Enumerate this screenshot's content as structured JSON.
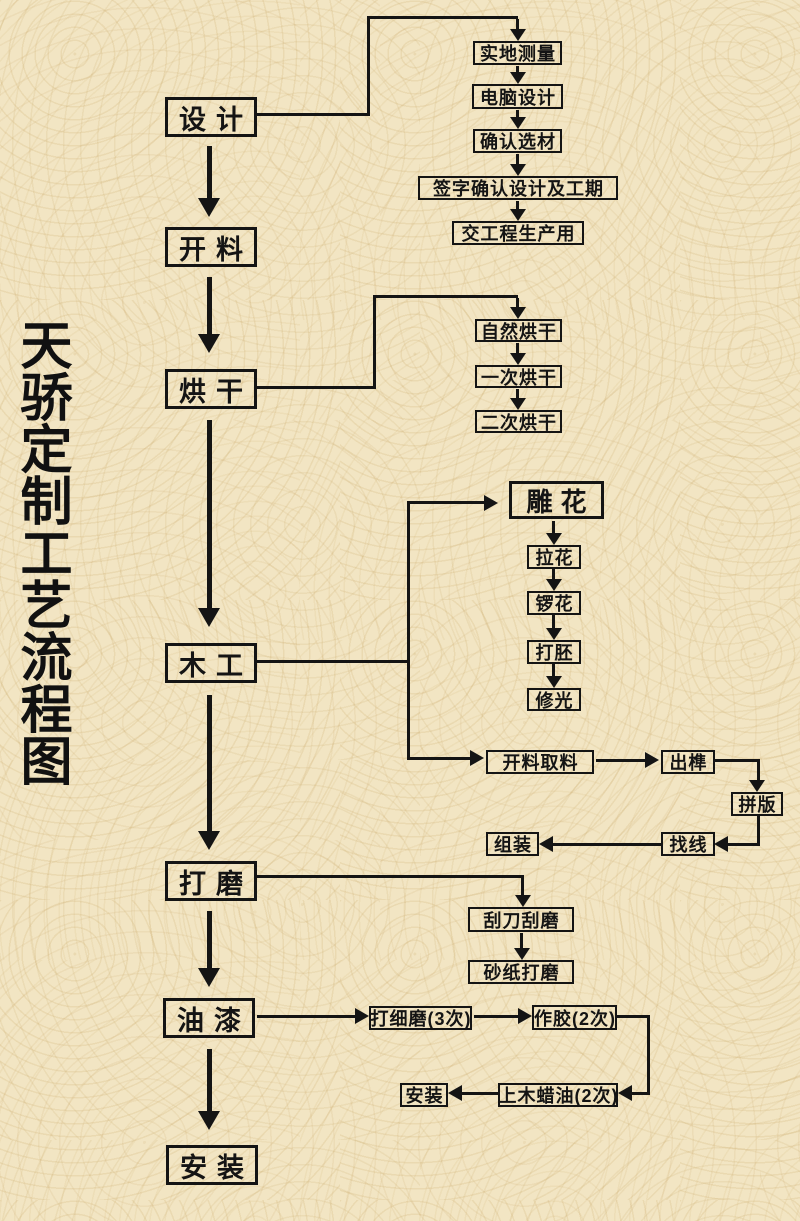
{
  "title": "天骄定制工艺流程图",
  "colors": {
    "background": "#f2e5c3",
    "pattern": "#cdad70",
    "line": "#141414",
    "text": "#141414"
  },
  "nodes": {
    "design": "设计",
    "cutting": "开料",
    "drying": "烘干",
    "woodwork": "木工",
    "sanding": "打磨",
    "painting": "油漆",
    "install": "安装",
    "survey": "实地测量",
    "computer_design": "电脑设计",
    "confirm_material": "确认选材",
    "sign_confirm": "签字确认设计及工期",
    "to_production": "交工程生产用",
    "natural_dry": "自然烘干",
    "first_dry": "一次烘干",
    "second_dry": "二次烘干",
    "carving": "雕花",
    "pull_flower": "拉花",
    "rout_flower": "锣花",
    "rough_blank": "打胚",
    "trim_polish": "修光",
    "cut_take_material": "开料取料",
    "tenon": "出榫",
    "panel_join": "拼版",
    "find_line": "找线",
    "assemble": "组装",
    "scraper_grind": "刮刀刮磨",
    "sandpaper_grind": "砂纸打磨",
    "fine_grind": "打细磨(3次)",
    "glue": "作胶(2次)",
    "wax_oil": "上木蜡油(2次)",
    "install_sub": "安装"
  },
  "edges": [
    "设计→开料→烘干→木工→打磨→油漆→安装",
    "设计→实地测量→电脑设计→确认选材→签字确认设计及工期→交工程生产用",
    "烘干→自然烘干→一次烘干→二次烘干",
    "木工→雕花→拉花→锣花→打胚→修光",
    "木工→开料取料→出榫→拼版→找线→组装",
    "打磨→刮刀刮磨→砂纸打磨",
    "油漆→打细磨(3次)→作胶(2次)→上木蜡油(2次)→安装"
  ]
}
